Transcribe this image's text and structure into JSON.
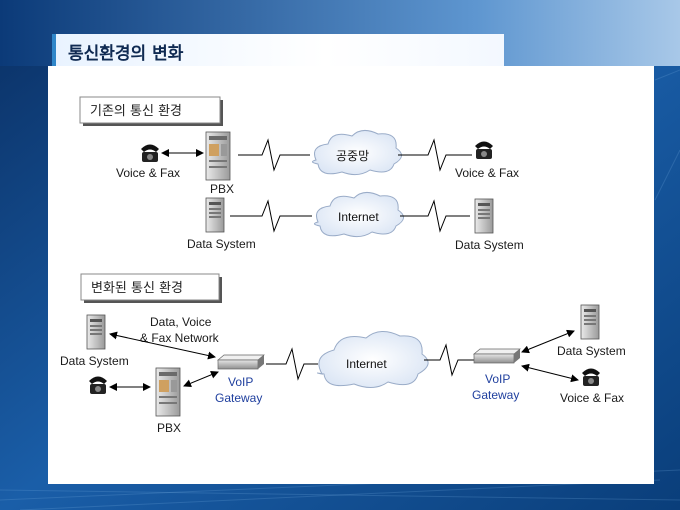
{
  "title": "통신환경의 변화",
  "top_section": {
    "heading": "기존의 통신 환경",
    "left_phone_label": "Voice & Fax",
    "pbx_label": "PBX",
    "cloud1_label": "공중망",
    "right_phone_label": "Voice & Fax",
    "left_server_label": "Data System",
    "cloud2_label": "Internet",
    "right_server_label": "Data System"
  },
  "bottom_section": {
    "heading": "변화된 통신 환경",
    "left_server_label": "Data System",
    "network_label_line1": "Data, Voice",
    "network_label_line2": "& Fax Network",
    "pbx_label": "PBX",
    "left_gateway_line1": "VoIP",
    "left_gateway_line2": "Gateway",
    "cloud_label": "Internet",
    "right_gateway_line1": "VoIP",
    "right_gateway_line2": "Gateway",
    "right_server_label": "Data System",
    "right_phone_label": "Voice & Fax"
  },
  "colors": {
    "background": "#0a3e78",
    "title_text": "#0f2a52",
    "gateway_text": "#1f3f9e"
  }
}
